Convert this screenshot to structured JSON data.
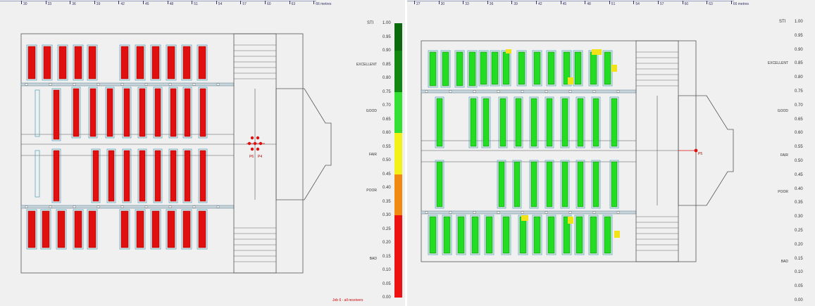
{
  "left_panel": {
    "ruler_ticks": [
      "30",
      "33",
      "36",
      "39",
      "42",
      "45",
      "48",
      "51",
      "54",
      "57",
      "60",
      "63",
      "66 metres"
    ],
    "sources": [
      "P6",
      "P4"
    ],
    "footnote": "Job 6 - all receivers",
    "seat_color": "#e01010"
  },
  "right_panel": {
    "ruler_ticks": [
      "27",
      "30",
      "33",
      "36",
      "39",
      "42",
      "45",
      "48",
      "51",
      "54",
      "57",
      "60",
      "63",
      "66 metres"
    ],
    "sources": [
      "P5"
    ],
    "seat_color": "#22dd22"
  },
  "scale": {
    "title": "STI",
    "ticks": [
      "1.00",
      "0.95",
      "0.90",
      "0.85",
      "0.80",
      "0.75",
      "0.70",
      "0.65",
      "0.60",
      "0.55",
      "0.50",
      "0.45",
      "0.40",
      "0.35",
      "0.30",
      "0.25",
      "0.20",
      "0.15",
      "0.10",
      "0.05",
      "0.00"
    ],
    "categories": [
      "EXCELLENT",
      "GOOD",
      "FAIR",
      "POOR",
      "BAD"
    ],
    "bands": [
      {
        "from": 0.0,
        "to": 0.3,
        "color": "#ee1111"
      },
      {
        "from": 0.3,
        "to": 0.45,
        "color": "#f08a10"
      },
      {
        "from": 0.45,
        "to": 0.6,
        "color": "#f2f21a"
      },
      {
        "from": 0.6,
        "to": 0.75,
        "color": "#33e033"
      },
      {
        "from": 0.75,
        "to": 0.9,
        "color": "#118811"
      },
      {
        "from": 0.9,
        "to": 1.0,
        "color": "#0b6a0b"
      }
    ]
  }
}
